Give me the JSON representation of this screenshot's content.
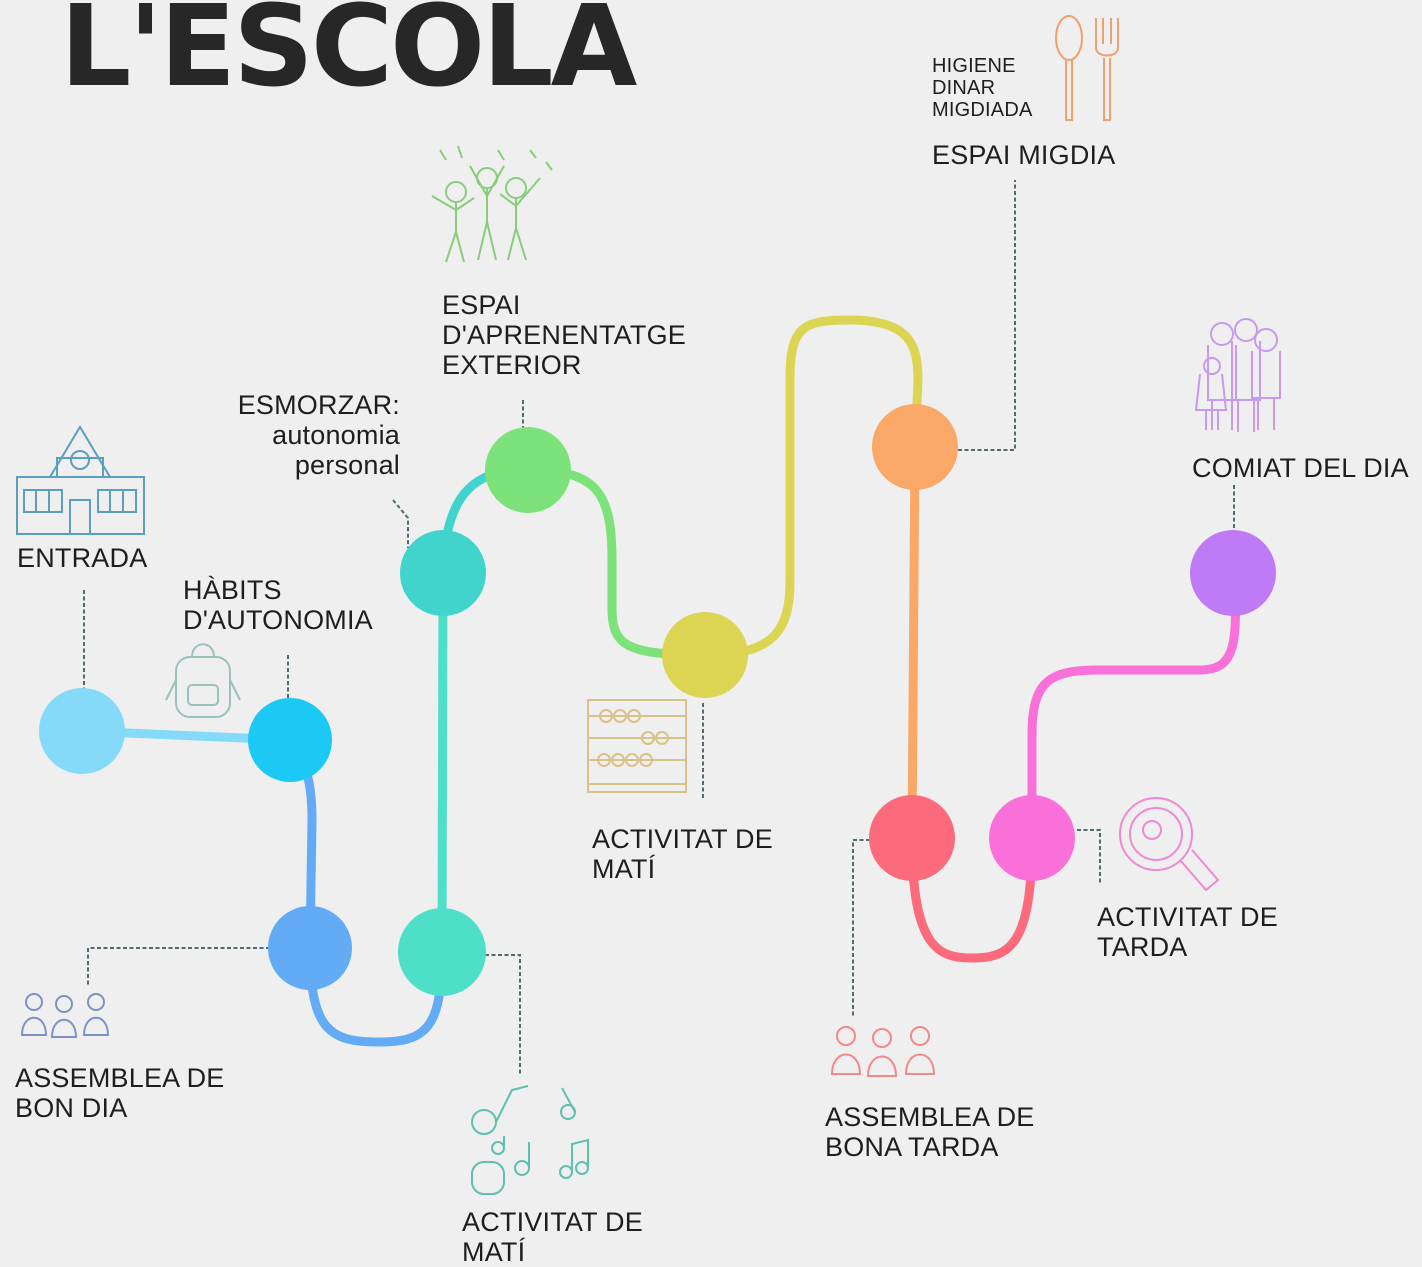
{
  "title": "L'ESCOLA",
  "colors": {
    "background": "#efefef",
    "entrada": "#85dafa",
    "habits": "#1cc9f4",
    "assemblea_bon_dia": "#63acf5",
    "activitat_mati_1": "#4edfc9",
    "esmorzar": "#41d4cc",
    "espai_exterior": "#7de27a",
    "activitat_mati_2": "#dcd453",
    "espai_migdia": "#f9a868",
    "assemblea_bona_tarda": "#fb6b7b",
    "activitat_tarda": "#f870d8",
    "comiat": "#bf7af6"
  },
  "steps": [
    {
      "key": "entrada",
      "lines": [
        "ENTRADA"
      ],
      "icon": "school-building-icon"
    },
    {
      "key": "habits",
      "lines": [
        "HÀBITS",
        "D'AUTONOMIA"
      ],
      "icon": "backpack-icon"
    },
    {
      "key": "assemblea_bon_dia",
      "lines": [
        "ASSEMBLEA DE",
        "BON DIA"
      ],
      "icon": "children-group-icon"
    },
    {
      "key": "activitat_mati_1",
      "lines": [
        "ACTIVITAT DE",
        "MATÍ"
      ],
      "icon": "music-notes-icon"
    },
    {
      "key": "esmorzar",
      "lines": [
        "ESMORZAR:",
        "autonomia",
        "personal"
      ]
    },
    {
      "key": "espai_exterior",
      "lines": [
        "ESPAI",
        "D'APRENENTATGE",
        "EXTERIOR"
      ],
      "icon": "celebrating-kids-icon"
    },
    {
      "key": "activitat_mati_2",
      "lines": [
        "ACTIVITAT DE",
        "MATÍ"
      ],
      "icon": "abacus-icon"
    },
    {
      "key": "espai_migdia",
      "lines": [
        "ESPAI MIGDIA"
      ],
      "sub": [
        "HIGIENE",
        "DINAR",
        "MIGDIADA"
      ],
      "icon": "spoon-fork-icon"
    },
    {
      "key": "assemblea_bona_tarda",
      "lines": [
        "ASSEMBLEA DE",
        "BONA TARDA"
      ],
      "icon": "children-group-icon"
    },
    {
      "key": "activitat_tarda",
      "lines": [
        "ACTIVITAT DE",
        "TARDA"
      ],
      "icon": "magnifier-icon"
    },
    {
      "key": "comiat",
      "lines": [
        "COMIAT DEL DIA"
      ],
      "icon": "family-icon"
    }
  ]
}
